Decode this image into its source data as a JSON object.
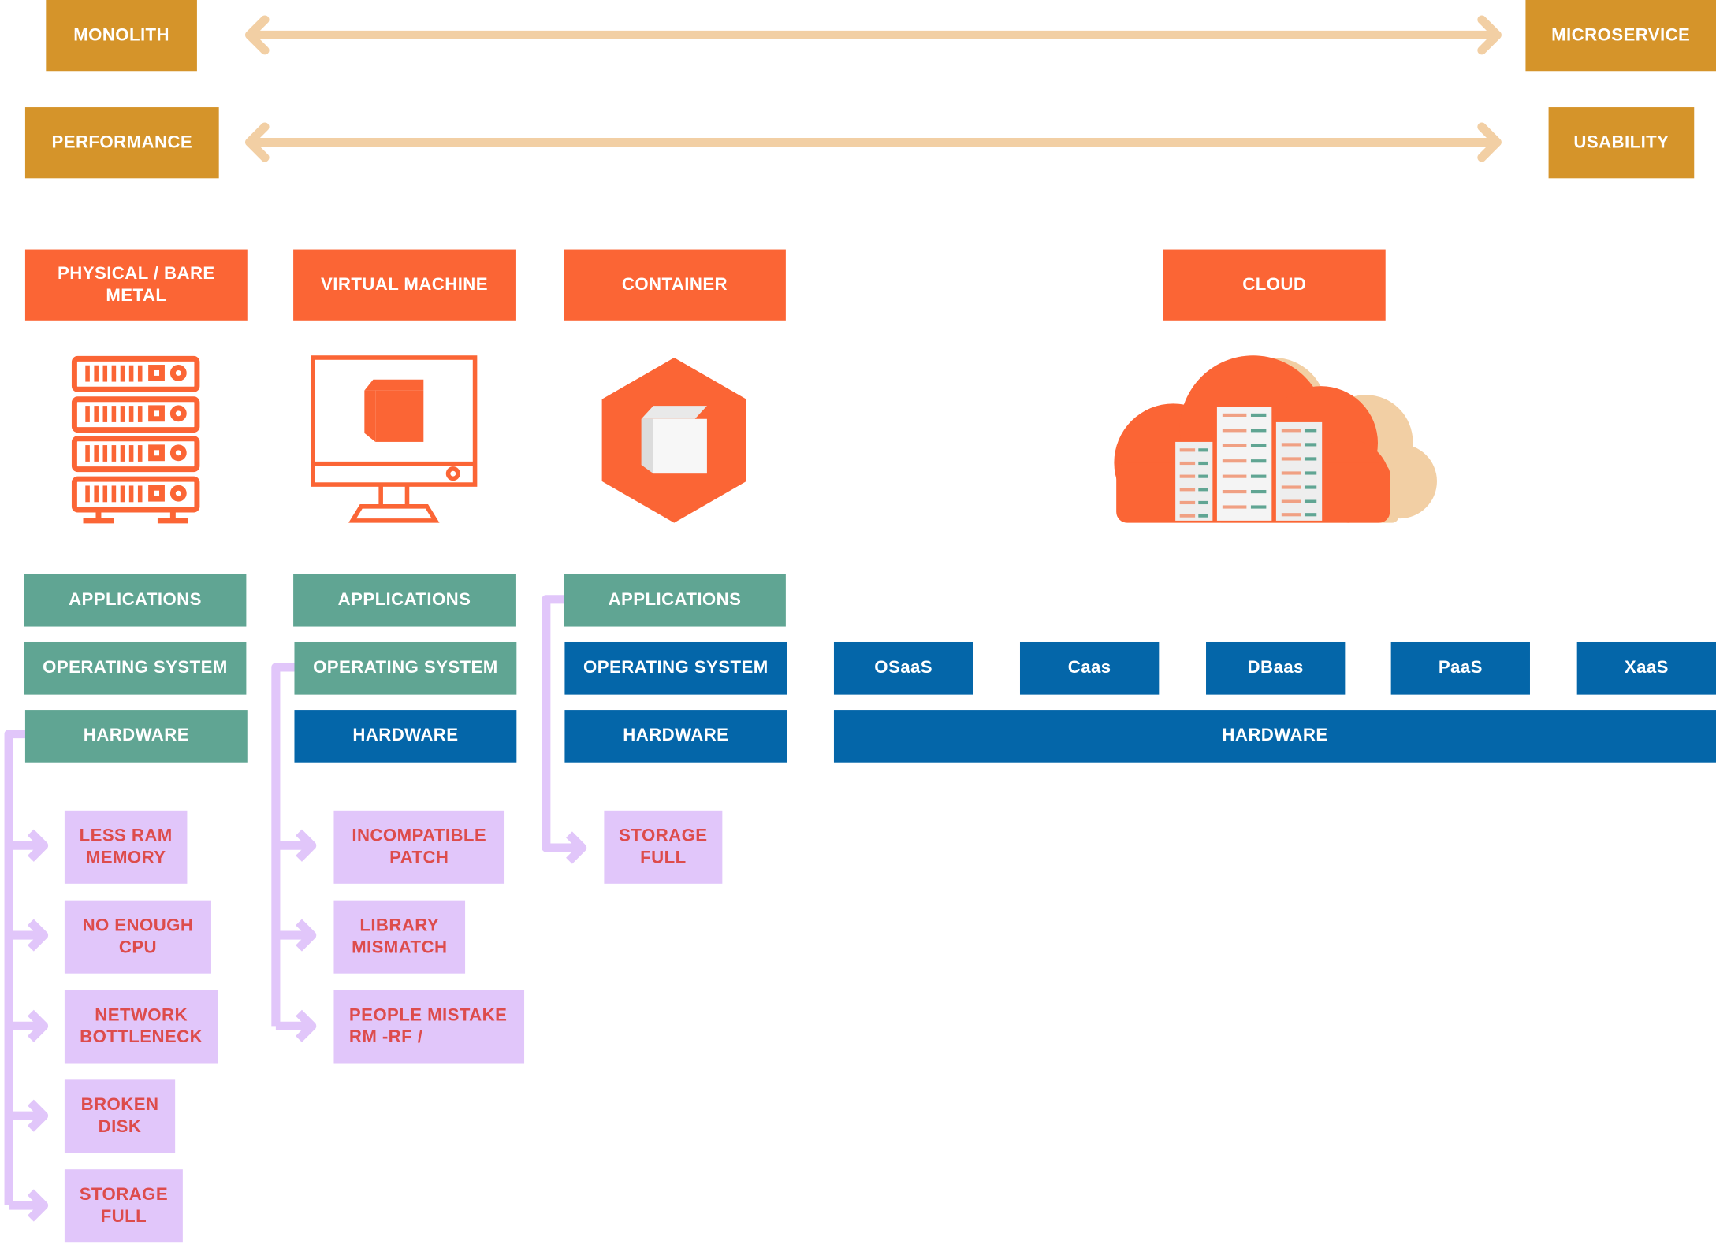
{
  "spectrum": {
    "left_1": "MONOLITH",
    "right_1": "MICROSERVICE",
    "left_2": "PERFORMANCE",
    "right_2": "USABILITY"
  },
  "columns": {
    "physical": {
      "title": "PHYSICAL / BARE\nMETAL",
      "stack": [
        "APPLICATIONS",
        "OPERATING SYSTEM",
        "HARDWARE"
      ],
      "issues": [
        "LESS RAM\nMEMORY",
        "NO ENOUGH\nCPU",
        "NETWORK\nBOTTLENECK",
        "BROKEN\nDISK",
        "STORAGE\nFULL"
      ]
    },
    "vm": {
      "title": "VIRTUAL MACHINE",
      "stack": [
        "APPLICATIONS",
        "OPERATING SYSTEM",
        "HARDWARE"
      ],
      "issues": [
        "INCOMPATIBLE\nPATCH",
        "LIBRARY\nMISMATCH",
        "PEOPLE MISTAKE\nRM -RF /"
      ]
    },
    "container": {
      "title": "CONTAINER",
      "stack": [
        "APPLICATIONS",
        "OPERATING SYSTEM",
        "HARDWARE"
      ],
      "issues": [
        "STORAGE\nFULL"
      ]
    },
    "cloud": {
      "title": "CLOUD",
      "services": [
        "OSaaS",
        "Caas",
        "DBaas",
        "PaaS",
        "XaaS"
      ],
      "hardware": "HARDWARE"
    }
  },
  "icons": {
    "physical": "server-rack-icon",
    "vm": "monitor-cube-icon",
    "container": "hexagon-cube-icon",
    "cloud": "cloud-servers-icon"
  },
  "colors": {
    "tradeoff": "#d5942a",
    "arrow": "#f2cfa4",
    "platform": "#fb6535",
    "layer_shared": "#60a593",
    "layer_owned": "#0466a9",
    "issue_bg": "#e1c6fa",
    "issue_text": "#dd4c4c",
    "connector": "#e1c6fa"
  }
}
